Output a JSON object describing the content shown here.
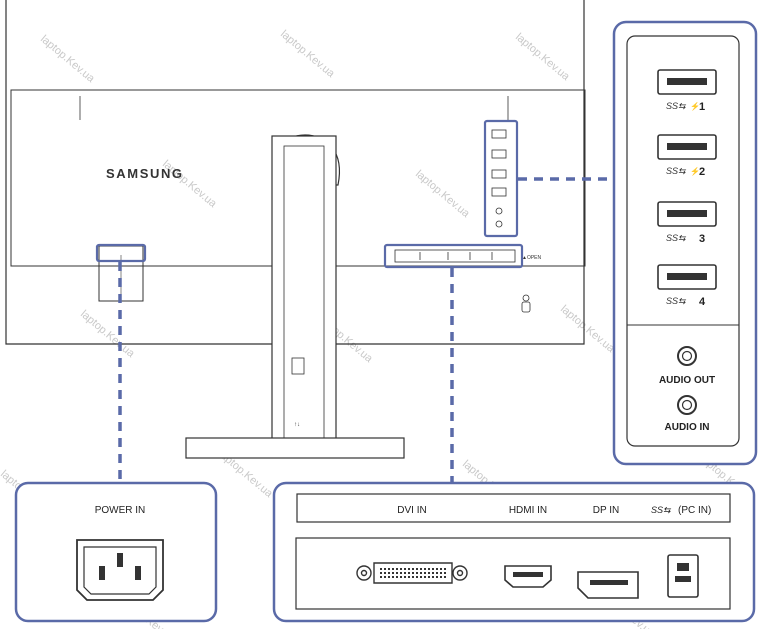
{
  "brand": "SAMSUNG",
  "watermark": "laptop.Kev.ua",
  "side_panel": {
    "usb_ports": [
      "1",
      "2",
      "3",
      "4"
    ],
    "usb_type_icon": "ss-usb-icon",
    "charging_icon": "battery-charge-icon",
    "audio_out": "AUDIO OUT",
    "audio_in": "AUDIO IN"
  },
  "power_panel": {
    "label": "POWER IN"
  },
  "ports_panel": {
    "dvi": "DVI IN",
    "hdmi": "HDMI IN",
    "dp": "DP IN",
    "usb_pc": "(PC IN)"
  },
  "colors": {
    "accent": "#5a6aa8",
    "line": "#333333"
  }
}
